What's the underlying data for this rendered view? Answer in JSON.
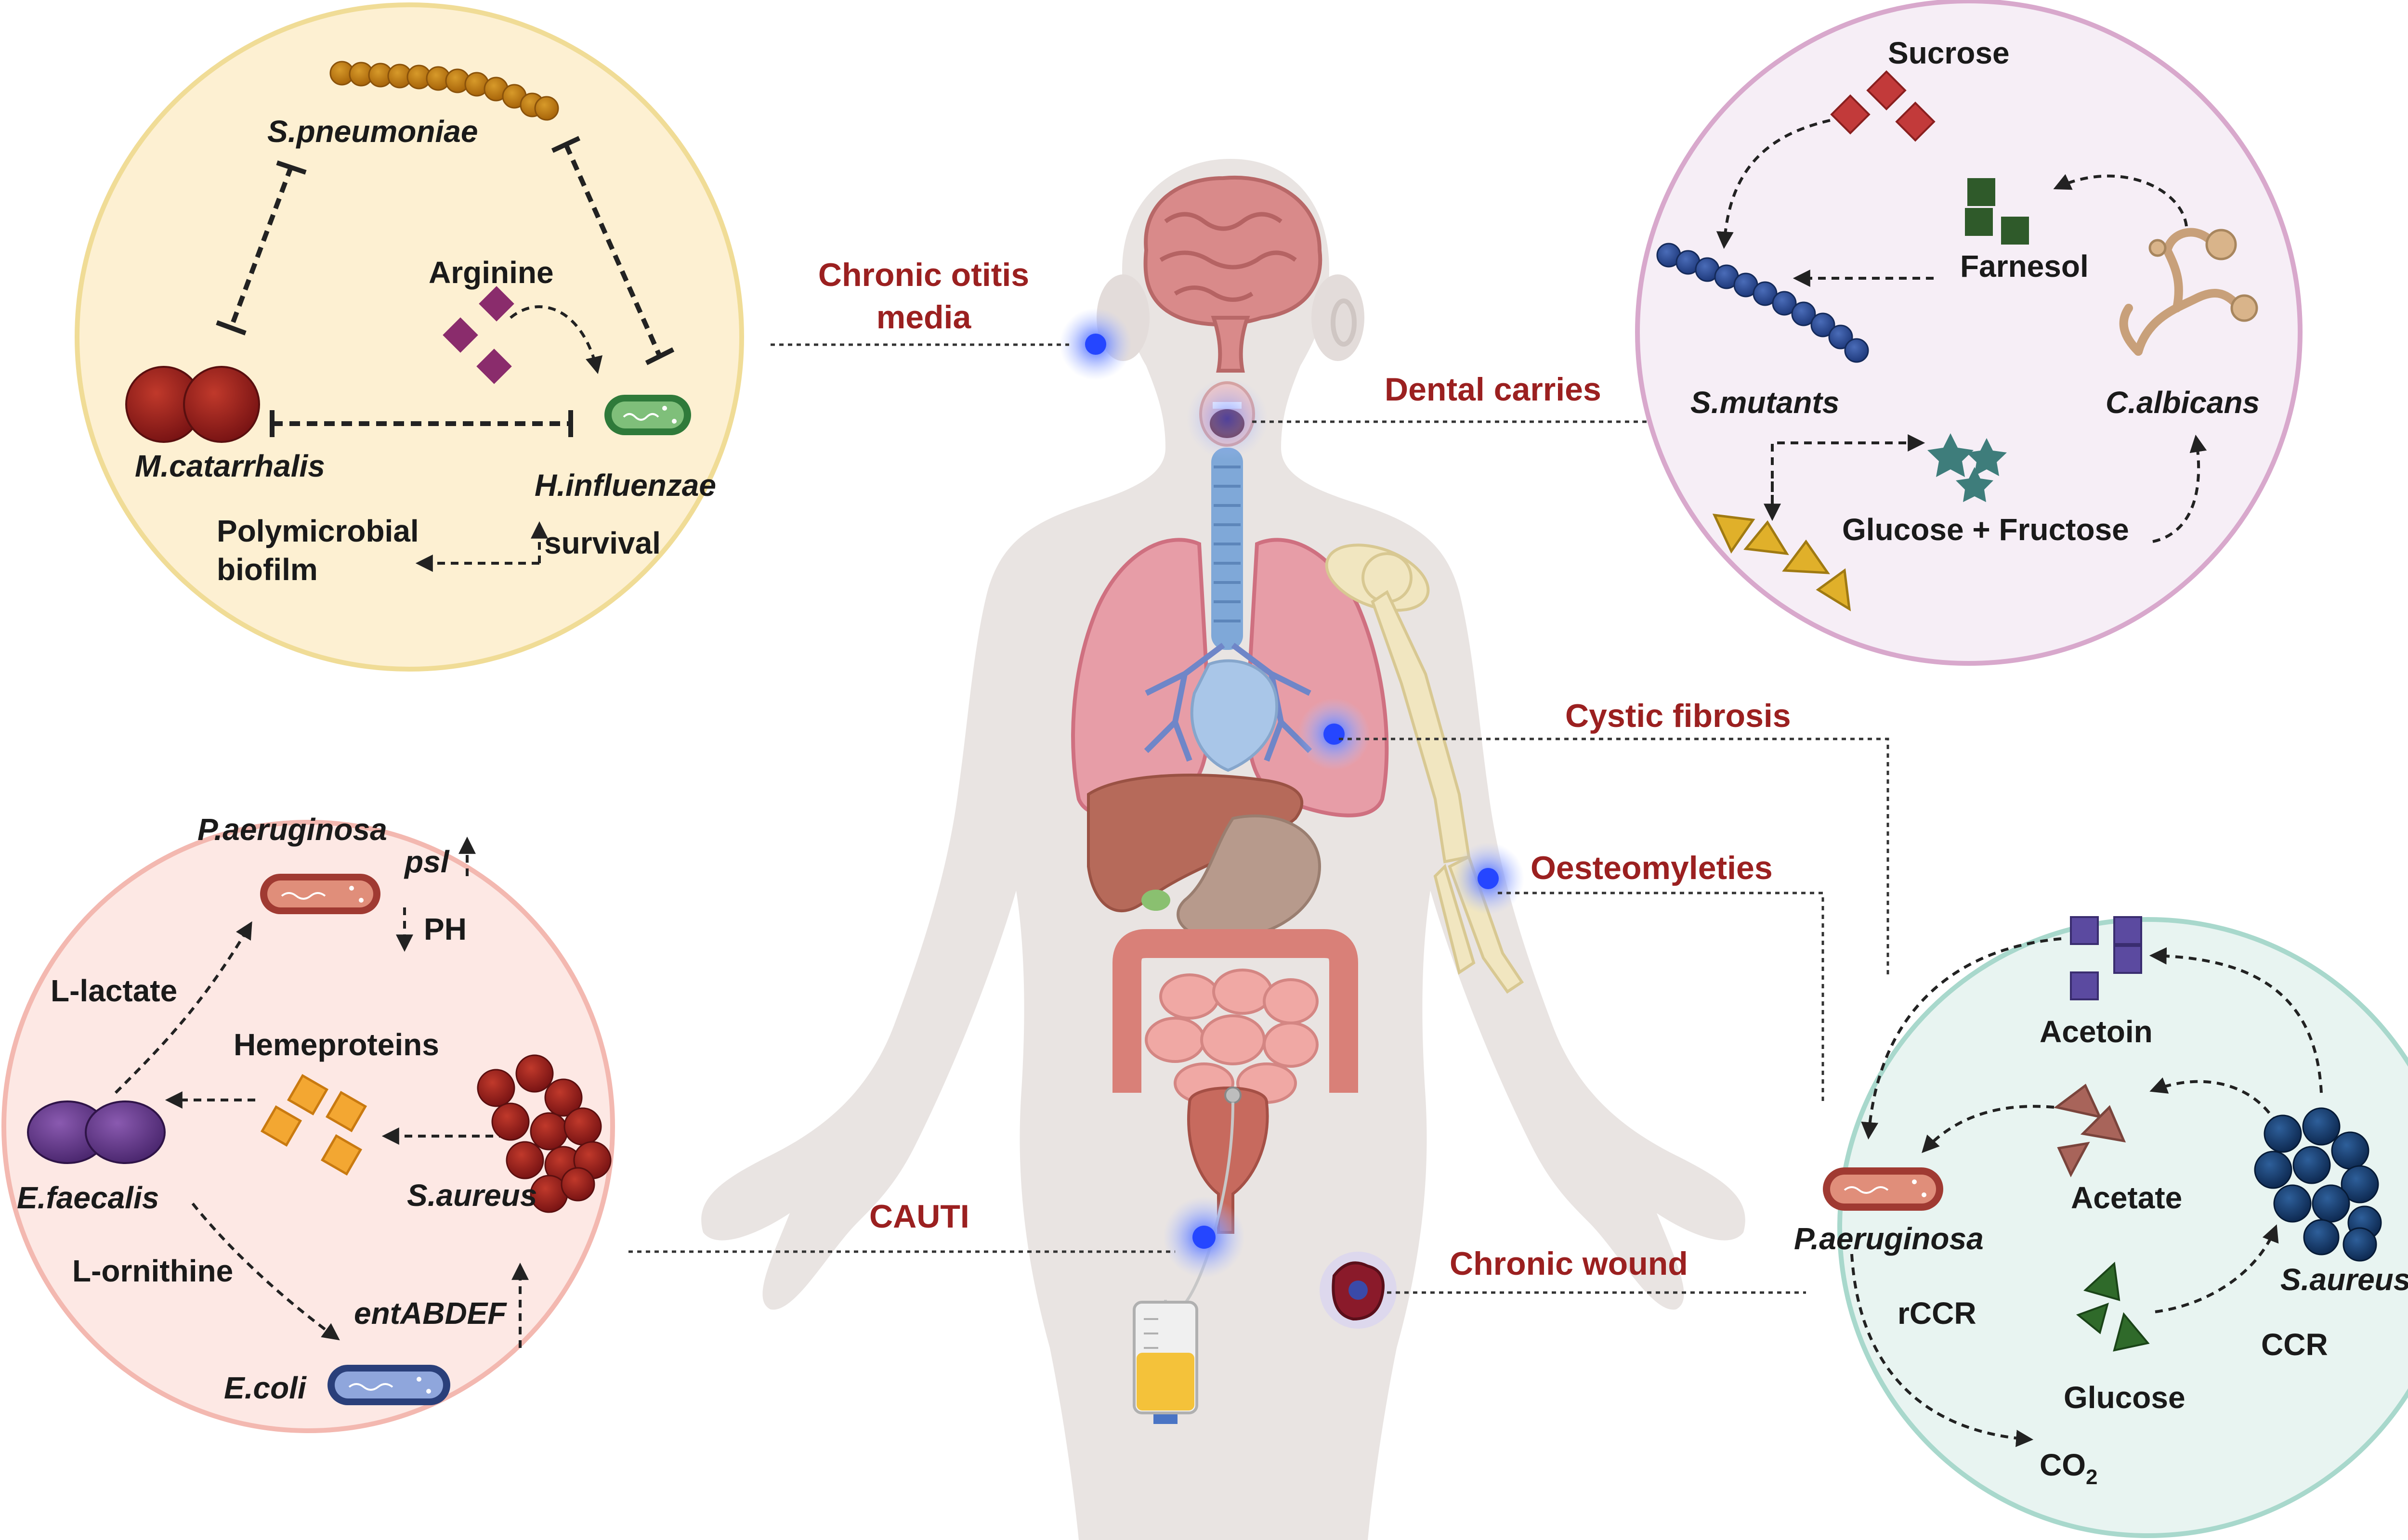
{
  "diseases": {
    "otitis_line1": "Chronic otitis",
    "otitis_line2": "media",
    "dental": "Dental carries",
    "cystic": "Cystic fibrosis",
    "osteo": "Oesteomyleties",
    "cauti": "CAUTI",
    "wound": "Chronic wound"
  },
  "otitis_panel": {
    "s_pneumoniae": "S.pneumoniae",
    "arginine": "Arginine",
    "m_catarrhalis": "M.catarrhalis",
    "h_influenzae": "H.influenzae",
    "biofilm_line1": "Polymicrobial",
    "biofilm_line2": "biofilm",
    "survival": "survival"
  },
  "dental_panel": {
    "sucrose": "Sucrose",
    "farnesol": "Farnesol",
    "s_mutants": "S.mutants",
    "c_albicans": "C.albicans",
    "glucose_fructose": "Glucose + Fructose"
  },
  "cauti_panel": {
    "p_aeruginosa": "P.aeruginosa",
    "psl": "psl",
    "ph": "PH",
    "l_lactate": "L-lactate",
    "hemeproteins": "Hemeproteins",
    "e_faecalis": "E.faecalis",
    "s_aureus": "S.aureus",
    "l_ornithine": "L-ornithine",
    "ent": "entABDEF",
    "e_coli": "E.coli"
  },
  "wound_panel": {
    "acetoin": "Acetoin",
    "acetate": "Acetate",
    "p_aeruginosa": "P.aeruginosa",
    "s_aureus": "S.aureus",
    "rccr": "rCCR",
    "ccr": "CCR",
    "glucose": "Glucose",
    "co2": "CO",
    "co2_sub": "2"
  },
  "colors": {
    "disease_label": "#9b2020",
    "otitis_bg": "#fdf0d2",
    "otitis_border": "#f0dc96",
    "dental_bg": "#f6eef6",
    "dental_border": "#d8a8cc",
    "cauti_bg": "#fde8e4",
    "cauti_border": "#f3b8b0",
    "wound_bg": "#e8f4f1",
    "wound_border": "#a8d8cc",
    "body": "#e9e4e2"
  }
}
